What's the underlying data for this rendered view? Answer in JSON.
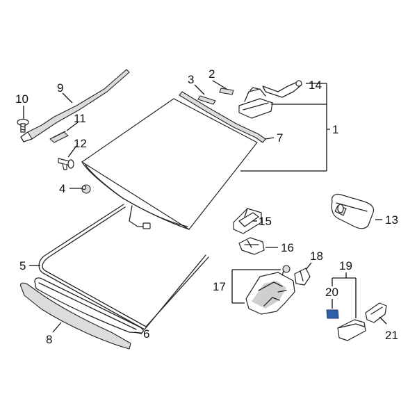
{
  "callouts": {
    "c1": "1",
    "c2": "2",
    "c3": "3",
    "c4": "4",
    "c5": "5",
    "c6": "6",
    "c7": "7",
    "c8": "8",
    "c9": "9",
    "c10": "10",
    "c11": "11",
    "c12": "12",
    "c13": "13",
    "c14": "14",
    "c15": "15",
    "c16": "16",
    "c17": "17",
    "c18": "18",
    "c19": "19",
    "c20": "20",
    "c21": "21"
  },
  "colors": {
    "line": "#222222",
    "highlight": "#2f5fa8",
    "part_fill": "#ffffff",
    "part_shade": "#d6d6d6"
  }
}
